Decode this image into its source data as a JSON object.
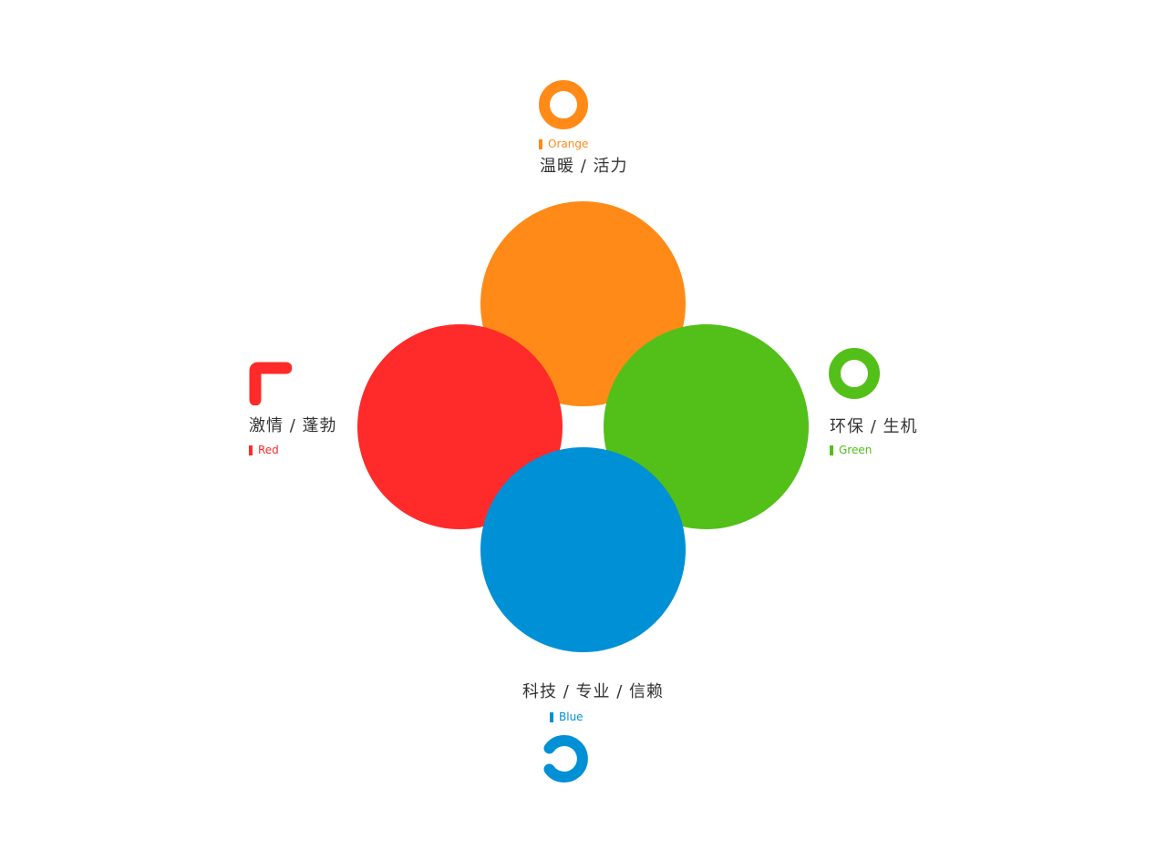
{
  "colors": {
    "orange": "#FF8A17",
    "red": "#FF2A2A",
    "green": "#52C018",
    "blue": "#0090D6"
  },
  "groups": {
    "orange": {
      "name": "Orange",
      "keywords": "温暖 / 活力",
      "icon": "ring-icon"
    },
    "red": {
      "name": "Red",
      "keywords": "激情 / 蓬勃",
      "icon": "corner-bracket-icon"
    },
    "green": {
      "name": "Green",
      "keywords": "环保 / 生机",
      "icon": "ring-icon"
    },
    "blue": {
      "name": "Blue",
      "keywords": "科技 / 专业 / 信赖",
      "icon": "open-ring-icon"
    }
  }
}
